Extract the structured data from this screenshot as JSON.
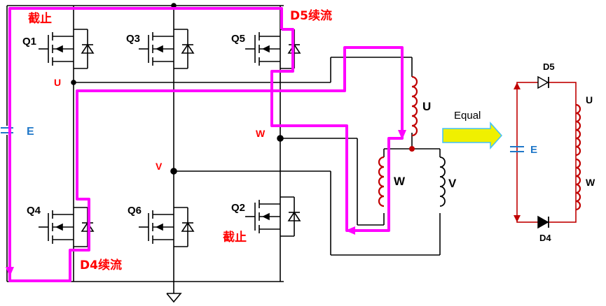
{
  "transistors": {
    "q1": "Q1",
    "q3": "Q3",
    "q5": "Q5",
    "q4": "Q4",
    "q6": "Q6",
    "q2": "Q2"
  },
  "phases": {
    "u": "U",
    "v": "V",
    "w": "W"
  },
  "supply": {
    "e": "E"
  },
  "annotations": {
    "q1_cutoff": "截止",
    "q2_cutoff": "截止",
    "d5_freewheel": "D5续流",
    "d4_freewheel": "D4续流"
  },
  "equivalent": {
    "arrow_label": "Equal",
    "d5": "D5",
    "d4": "D4",
    "u": "U",
    "w": "W",
    "e": "E"
  },
  "colors": {
    "wire": "#000000",
    "current_path": "#ff00ff",
    "coil": "#c00000",
    "label_red": "#ff0000",
    "label_blue": "#1f77c8",
    "arrow_fill": "#f0f000",
    "arrow_edge": "#40c0ff"
  }
}
